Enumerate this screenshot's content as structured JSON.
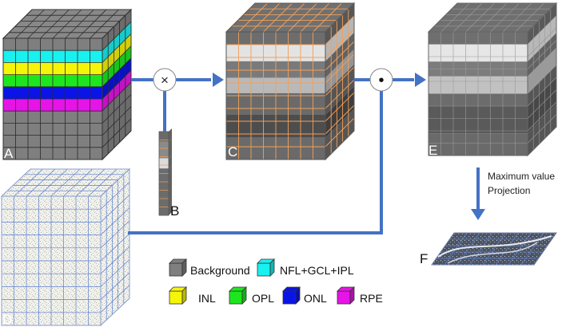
{
  "colors": {
    "background": "#7f7f7f",
    "nfl_gcl_ipl": "#19f0f0",
    "inl": "#f5f50a",
    "opl": "#1ee61e",
    "onl": "#0a14e6",
    "rpe": "#e614e6",
    "arrow": "#4472c4",
    "orange_grid": "#f2a05a",
    "blue_grid": "#5a7fd2"
  },
  "labels": {
    "a": "A",
    "b": "B",
    "c": "C",
    "d": "D",
    "e": "E",
    "f": "F"
  },
  "operators": {
    "multiply": "×",
    "dot": "•"
  },
  "projection_note": {
    "line1": "Maximum value",
    "line2": "Projection"
  },
  "legend": [
    {
      "label": "Background",
      "color_key": "background"
    },
    {
      "label": "NFL+GCL+IPL",
      "color_key": "nfl_gcl_ipl"
    },
    {
      "label": "INL",
      "color_key": "inl"
    },
    {
      "label": "OPL",
      "color_key": "opl"
    },
    {
      "label": "ONL",
      "color_key": "onl"
    },
    {
      "label": "RPE",
      "color_key": "rpe"
    }
  ]
}
